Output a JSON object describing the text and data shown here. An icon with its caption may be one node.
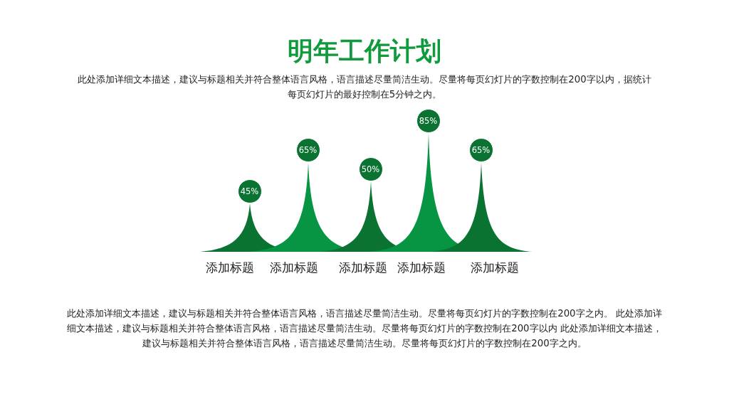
{
  "diagram": {
    "title": "明年工作计划",
    "nodes": [
      {
        "text": [
          "45%"
        ]
      },
      {
        "text": [
          "65%"
        ]
      },
      {
        "text": [
          "50%"
        ]
      },
      {
        "text": [
          "85%"
        ]
      },
      {
        "text": [
          "65%"
        ]
      }
    ],
    "labels": [
      "此处添加详细文本描述，建议与标题相关并符合整体语言风格，语言描述尽量简洁生动。尽量将每页幻灯片的字数控制在200字以内，据统计每页幻灯片的最好控制在5分钟之内。",
      "添加标题",
      "添加标题",
      "添加标题",
      "添加标题",
      "添加标题",
      "此处添加详细文本描述，建议与标题相关并符合整体语言风格，语言描述尽量简洁生动。尽量将每页幻灯片的字数控制在200字之内。 此处添加详细文本描述，建议与标题相关并符合整体语言风格，语言描述尽量简洁生动。尽量将每页幻灯片的字数控制在200字以内 此处添加详细文本描述，建议与标题相关并符合整体语言风格，语言描述尽量简洁生动。尽量将每页幻灯片的字数控制在200字之内。"
    ]
  }
}
